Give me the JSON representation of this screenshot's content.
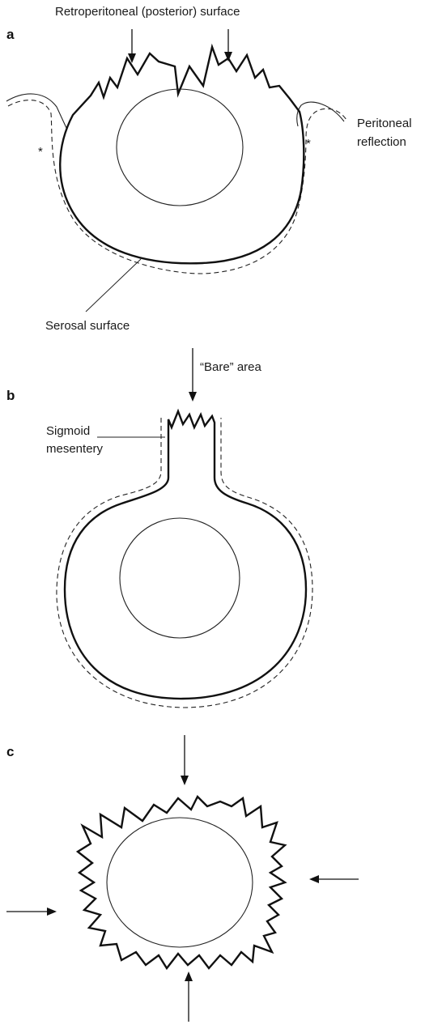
{
  "panel_a": {
    "letter": "a",
    "top_label": "Retroperitoneal (posterior) surface",
    "right_label_line1": "Peritoneal",
    "right_label_line2": "reflection",
    "bottom_label": "Serosal surface",
    "left_mark": "*",
    "right_mark": "*"
  },
  "panel_b": {
    "letter": "b",
    "top_label": "“Bare” area",
    "left_label_line1": "Sigmoid",
    "left_label_line2": "mesentery"
  },
  "panel_c": {
    "letter": "c"
  }
}
